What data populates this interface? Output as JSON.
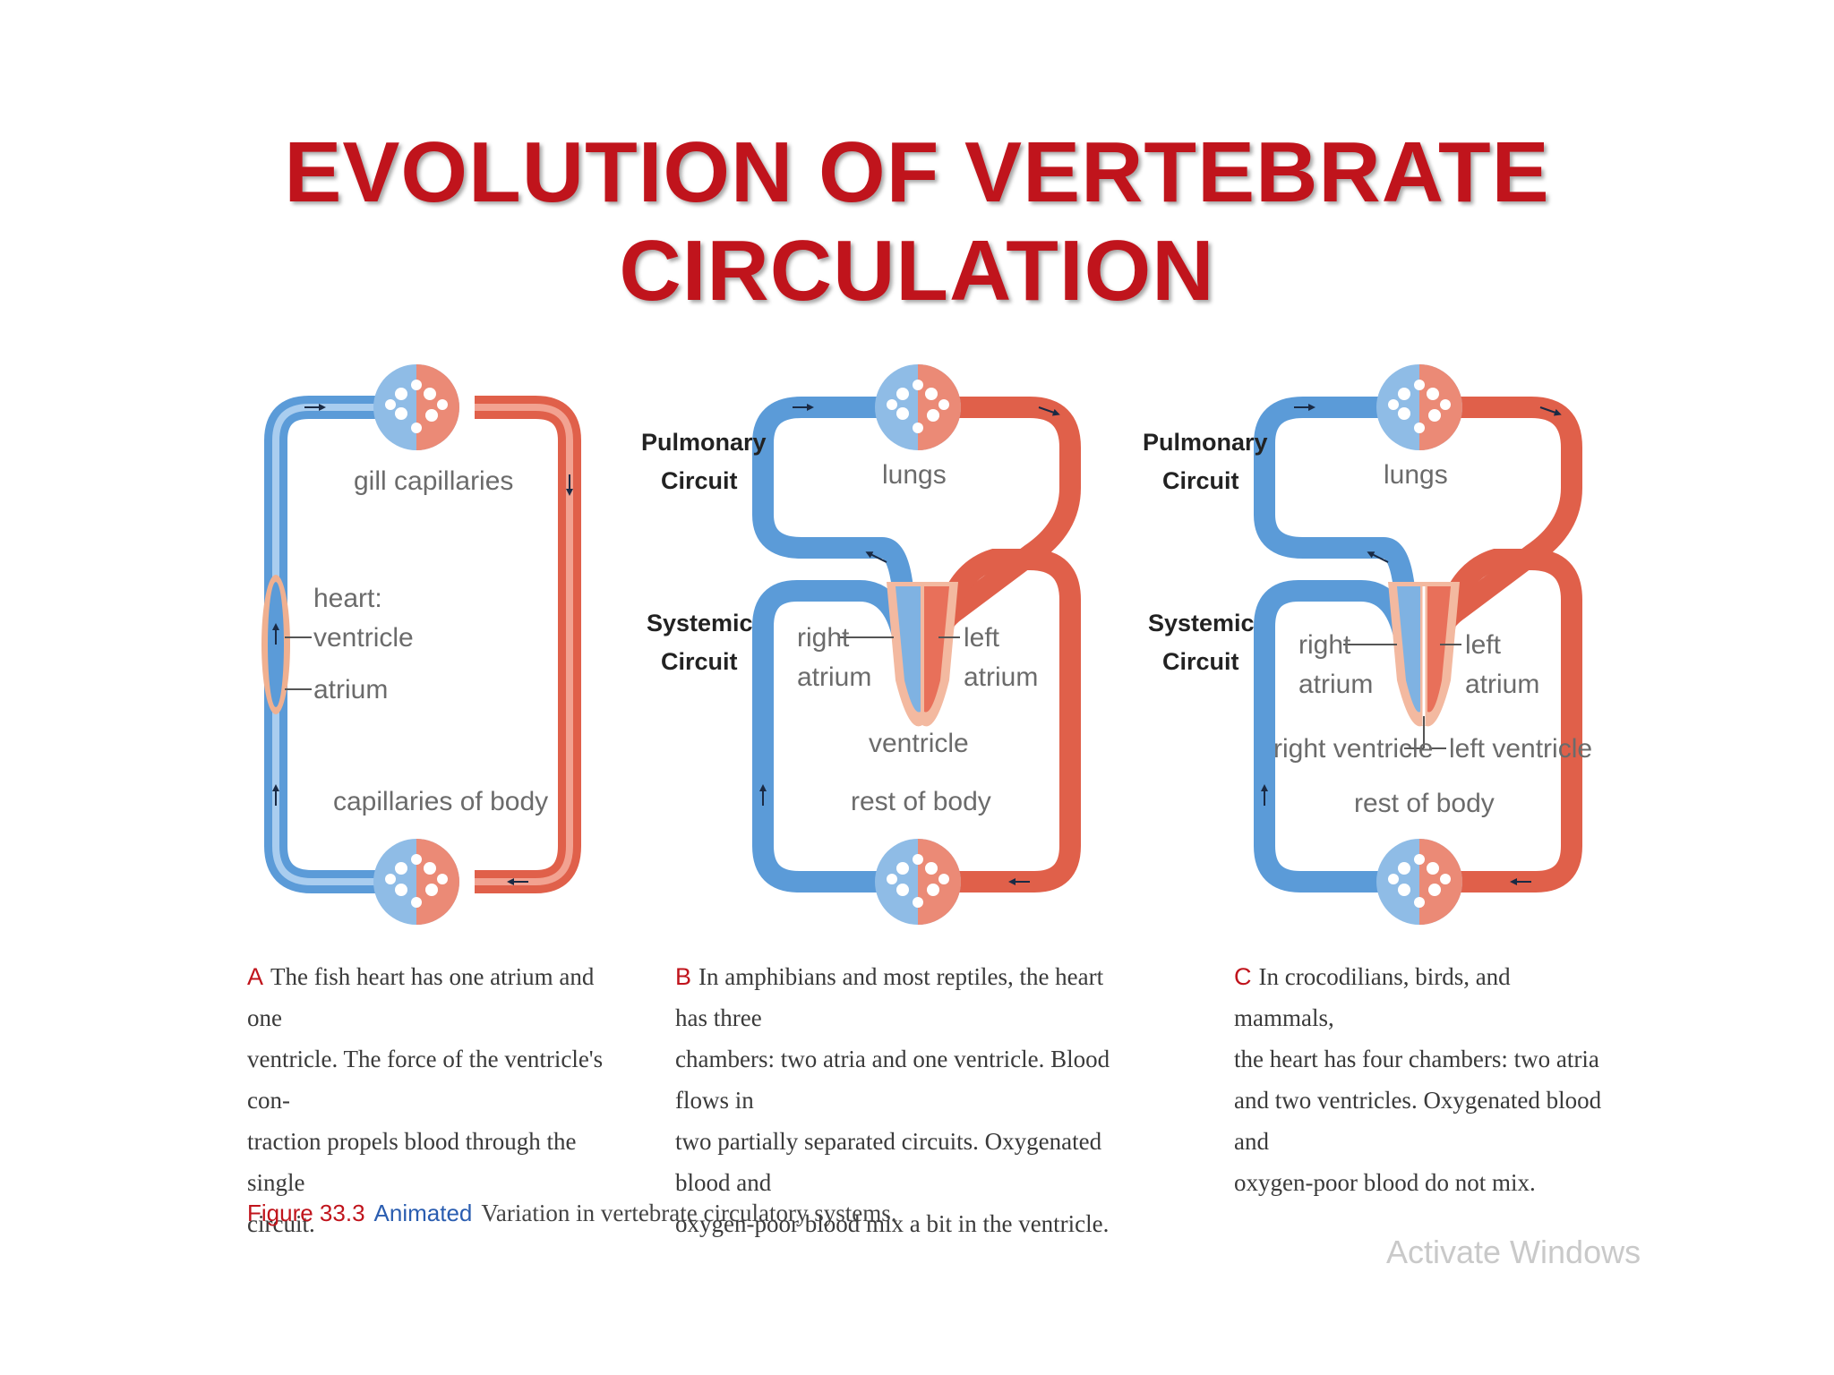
{
  "title": "EVOLUTION OF VERTEBRATE CIRCULATION",
  "colors": {
    "title": "#c0141c",
    "oxygen_poor": "#5b9bd8",
    "oxygenated": "#e0604a",
    "label_gray": "#6b6b6b",
    "animated_blue": "#2a5db0"
  },
  "panels": {
    "a": {
      "gill_label": "gill capillaries",
      "heart_label": "heart:",
      "ventricle_label": "ventricle",
      "atrium_label": "atrium",
      "body_label": "capillaries of body",
      "caption_letter": "A",
      "caption_lines": [
        "The fish heart has one atrium and one",
        "ventricle. The force of the ventricle's con-",
        "traction propels blood through the single",
        "circuit."
      ]
    },
    "b": {
      "pulmonary_1": "Pulmonary",
      "pulmonary_2": "Circuit",
      "systemic_1": "Systemic",
      "systemic_2": "Circuit",
      "lungs_label": "lungs",
      "right_1": "right",
      "right_2": "atrium",
      "left_1": "left",
      "left_2": "atrium",
      "ventricle_label": "ventricle",
      "body_label": "rest of body",
      "caption_letter": "B",
      "caption_lines": [
        "In amphibians and most reptiles, the heart has three",
        "chambers: two atria and one ventricle. Blood flows in",
        "two partially separated circuits. Oxygenated blood and",
        "oxygen-poor blood mix a bit in the ventricle."
      ]
    },
    "c": {
      "pulmonary_1": "Pulmonary",
      "pulmonary_2": "Circuit",
      "systemic_1": "Systemic",
      "systemic_2": "Circuit",
      "lungs_label": "lungs",
      "right_1": "right",
      "right_2": "atrium",
      "left_1": "left",
      "left_2": "atrium",
      "right_ventricle": "right ventricle",
      "left_ventricle": "left ventricle",
      "body_label": "rest of body",
      "caption_letter": "C",
      "caption_lines": [
        "In crocodilians, birds, and mammals,",
        "the heart has four chambers: two atria",
        "and two ventricles. Oxygenated blood and",
        "oxygen-poor blood do not mix."
      ]
    }
  },
  "figure": {
    "number": "Figure 33.3",
    "animated": "Animated",
    "text": "Variation in vertebrate circulatory systems."
  },
  "watermark": "Activate Windows"
}
